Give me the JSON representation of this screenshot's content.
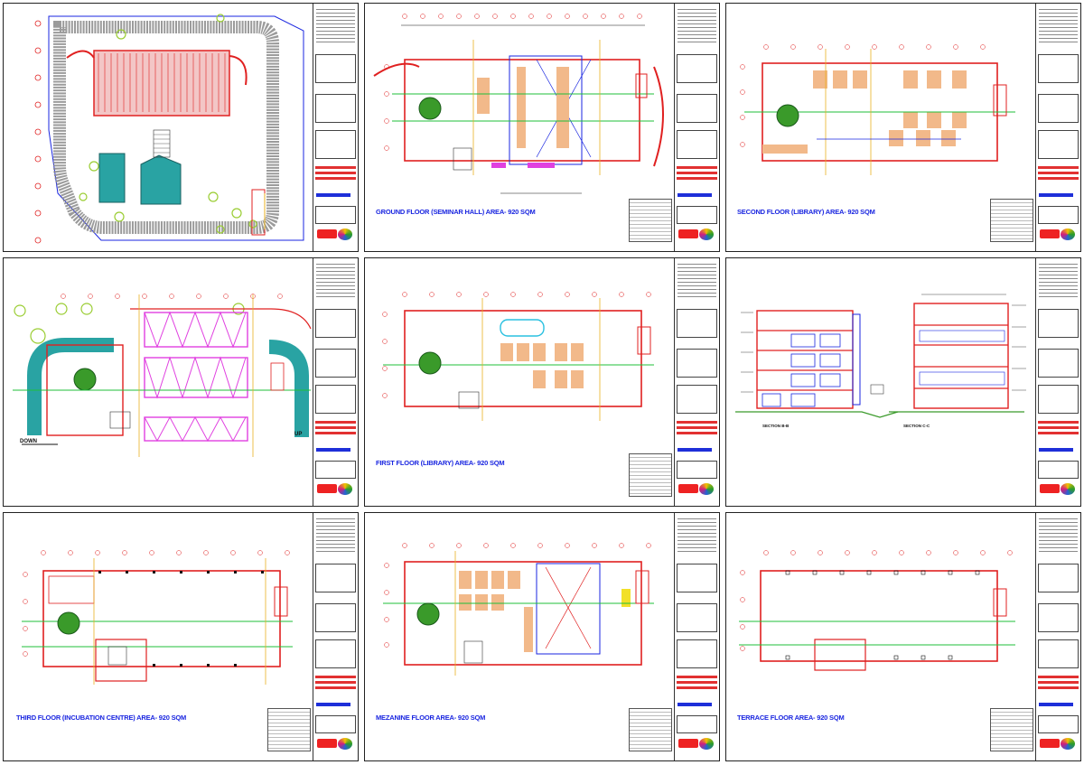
{
  "sheets": [
    {
      "id": "site",
      "title": ""
    },
    {
      "id": "ground",
      "title": "GROUND FLOOR (SEMINAR HALL) AREA- 920 SQM"
    },
    {
      "id": "second",
      "title": "SECOND FLOOR (LIBRARY) AREA- 920 SQM"
    },
    {
      "id": "parking",
      "title": ""
    },
    {
      "id": "first",
      "title": "FIRST FLOOR (LIBRARY) AREA- 920 SQM"
    },
    {
      "id": "sections",
      "title": ""
    },
    {
      "id": "third",
      "title": "THIRD FLOOR (INCUBATION CENTRE) AREA- 920 SQM"
    },
    {
      "id": "mezzanine",
      "title": "MEZANINE FLOOR  AREA- 920 SQM"
    },
    {
      "id": "terrace",
      "title": "TERRACE FLOOR AREA- 920 SQM"
    }
  ],
  "labels": {
    "down": "DOWN",
    "up": "UP",
    "section_bb": "SECTION B-B",
    "section_cc": "SECTION C-C"
  },
  "colors": {
    "wall": "#e02020",
    "grid_line": "#1fbf3a",
    "axis_line": "#e8b020",
    "structure": "#1a26e0",
    "parking_hatch": "#e040e0",
    "tree": "#3a9a2a",
    "road": "#8a8a8a",
    "ramp": "#29a3a3"
  }
}
